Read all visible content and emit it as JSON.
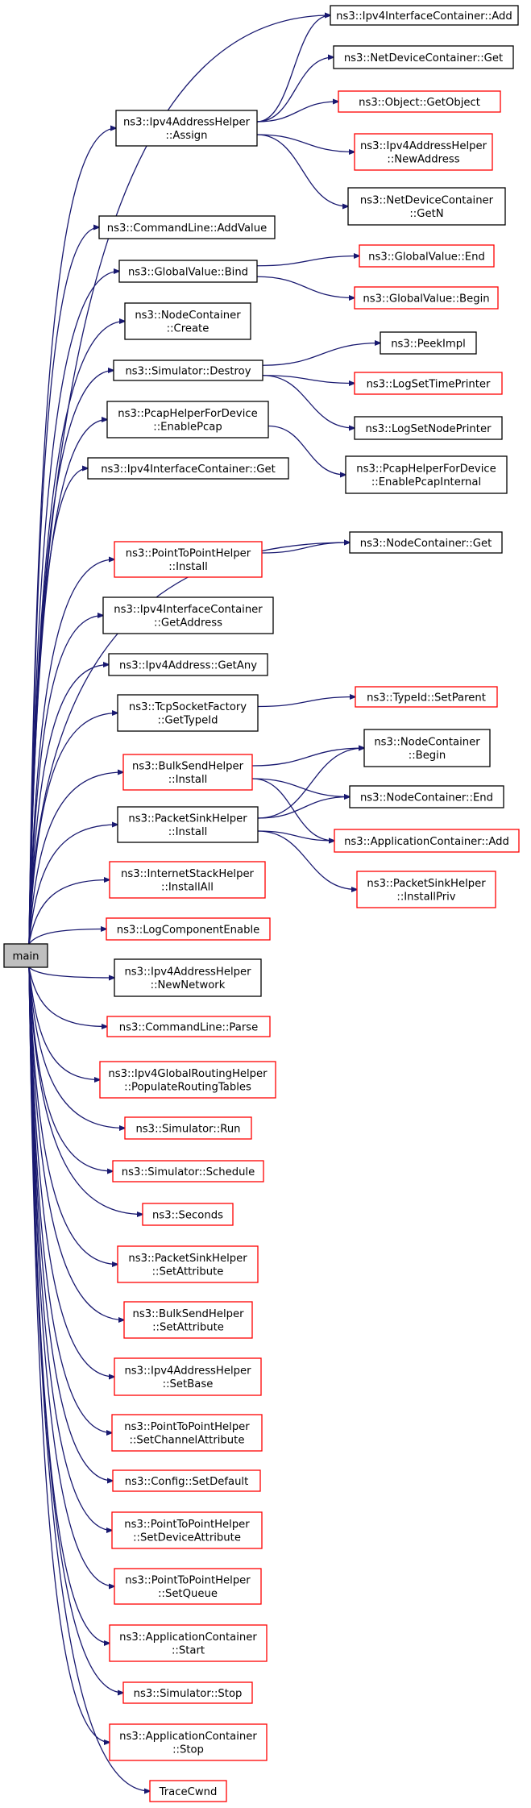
{
  "graph": {
    "root": "main",
    "nodes": [
      {
        "id": "main",
        "lines": [
          "main"
        ],
        "style": "root"
      },
      {
        "id": "ipv4ic_add",
        "lines": [
          "ns3::Ipv4InterfaceContainer::Add"
        ],
        "style": "black"
      },
      {
        "id": "ipv4ah_assign",
        "lines": [
          "ns3::Ipv4AddressHelper",
          "::Assign"
        ],
        "style": "black"
      },
      {
        "id": "ndc_get",
        "lines": [
          "ns3::NetDeviceContainer::Get"
        ],
        "style": "black"
      },
      {
        "id": "obj_getobject",
        "lines": [
          "ns3::Object::GetObject"
        ],
        "style": "red"
      },
      {
        "id": "ipv4ah_newaddress",
        "lines": [
          "ns3::Ipv4AddressHelper",
          "::NewAddress"
        ],
        "style": "red"
      },
      {
        "id": "ndc_getn",
        "lines": [
          "ns3::NetDeviceContainer",
          "::GetN"
        ],
        "style": "black"
      },
      {
        "id": "cmd_addvalue",
        "lines": [
          "ns3::CommandLine::AddValue"
        ],
        "style": "black"
      },
      {
        "id": "gv_bind",
        "lines": [
          "ns3::GlobalValue::Bind"
        ],
        "style": "black"
      },
      {
        "id": "gv_end",
        "lines": [
          "ns3::GlobalValue::End"
        ],
        "style": "red"
      },
      {
        "id": "gv_begin",
        "lines": [
          "ns3::GlobalValue::Begin"
        ],
        "style": "red"
      },
      {
        "id": "nc_create",
        "lines": [
          "ns3::NodeContainer",
          "::Create"
        ],
        "style": "black"
      },
      {
        "id": "sim_destroy",
        "lines": [
          "ns3::Simulator::Destroy"
        ],
        "style": "black"
      },
      {
        "id": "peekimpl",
        "lines": [
          "ns3::PeekImpl"
        ],
        "style": "black"
      },
      {
        "id": "logsettimeprinter",
        "lines": [
          "ns3::LogSetTimePrinter"
        ],
        "style": "red"
      },
      {
        "id": "logsetnodeprinter",
        "lines": [
          "ns3::LogSetNodePrinter"
        ],
        "style": "black"
      },
      {
        "id": "pcap_enablepcap",
        "lines": [
          "ns3::PcapHelperForDevice",
          "::EnablePcap"
        ],
        "style": "black"
      },
      {
        "id": "pcap_enablepcapinternal",
        "lines": [
          "ns3::PcapHelperForDevice",
          "::EnablePcapInternal"
        ],
        "style": "black"
      },
      {
        "id": "ipv4ic_get",
        "lines": [
          "ns3::Ipv4InterfaceContainer::Get"
        ],
        "style": "black"
      },
      {
        "id": "nc_get",
        "lines": [
          "ns3::NodeContainer::Get"
        ],
        "style": "black"
      },
      {
        "id": "p2p_install",
        "lines": [
          "ns3::PointToPointHelper",
          "::Install"
        ],
        "style": "red"
      },
      {
        "id": "ipv4ic_getaddress",
        "lines": [
          "ns3::Ipv4InterfaceContainer",
          "::GetAddress"
        ],
        "style": "black"
      },
      {
        "id": "ipv4addr_getany",
        "lines": [
          "ns3::Ipv4Address::GetAny"
        ],
        "style": "black"
      },
      {
        "id": "tcp_gettypeid",
        "lines": [
          "ns3::TcpSocketFactory",
          "::GetTypeId"
        ],
        "style": "black"
      },
      {
        "id": "typeid_setparent",
        "lines": [
          "ns3::TypeId::SetParent"
        ],
        "style": "red"
      },
      {
        "id": "bulk_install",
        "lines": [
          "ns3::BulkSendHelper",
          "::Install"
        ],
        "style": "red"
      },
      {
        "id": "nc_begin",
        "lines": [
          "ns3::NodeContainer",
          "::Begin"
        ],
        "style": "black"
      },
      {
        "id": "nc_end",
        "lines": [
          "ns3::NodeContainer::End"
        ],
        "style": "black"
      },
      {
        "id": "sink_install",
        "lines": [
          "ns3::PacketSinkHelper",
          "::Install"
        ],
        "style": "black"
      },
      {
        "id": "appc_add",
        "lines": [
          "ns3::ApplicationContainer::Add"
        ],
        "style": "red"
      },
      {
        "id": "sink_installpriv",
        "lines": [
          "ns3::PacketSinkHelper",
          "::InstallPriv"
        ],
        "style": "red"
      },
      {
        "id": "ish_installall",
        "lines": [
          "ns3::InternetStackHelper",
          "::InstallAll"
        ],
        "style": "red"
      },
      {
        "id": "logcomponentenable",
        "lines": [
          "ns3::LogComponentEnable"
        ],
        "style": "red"
      },
      {
        "id": "ipv4ah_newnetwork",
        "lines": [
          "ns3::Ipv4AddressHelper",
          "::NewNetwork"
        ],
        "style": "black"
      },
      {
        "id": "cmd_parse",
        "lines": [
          "ns3::CommandLine::Parse"
        ],
        "style": "red"
      },
      {
        "id": "grh_populate",
        "lines": [
          "ns3::Ipv4GlobalRoutingHelper",
          "::PopulateRoutingTables"
        ],
        "style": "red"
      },
      {
        "id": "sim_run",
        "lines": [
          "ns3::Simulator::Run"
        ],
        "style": "red"
      },
      {
        "id": "sim_schedule",
        "lines": [
          "ns3::Simulator::Schedule"
        ],
        "style": "red"
      },
      {
        "id": "seconds",
        "lines": [
          "ns3::Seconds"
        ],
        "style": "red"
      },
      {
        "id": "sink_setattribute",
        "lines": [
          "ns3::PacketSinkHelper",
          "::SetAttribute"
        ],
        "style": "red"
      },
      {
        "id": "bulk_setattribute",
        "lines": [
          "ns3::BulkSendHelper",
          "::SetAttribute"
        ],
        "style": "red"
      },
      {
        "id": "ipv4ah_setbase",
        "lines": [
          "ns3::Ipv4AddressHelper",
          "::SetBase"
        ],
        "style": "red"
      },
      {
        "id": "p2p_setchannelattribute",
        "lines": [
          "ns3::PointToPointHelper",
          "::SetChannelAttribute"
        ],
        "style": "red"
      },
      {
        "id": "config_setdefault",
        "lines": [
          "ns3::Config::SetDefault"
        ],
        "style": "red"
      },
      {
        "id": "p2p_setdeviceattribute",
        "lines": [
          "ns3::PointToPointHelper",
          "::SetDeviceAttribute"
        ],
        "style": "red"
      },
      {
        "id": "p2p_setqueue",
        "lines": [
          "ns3::PointToPointHelper",
          "::SetQueue"
        ],
        "style": "red"
      },
      {
        "id": "appc_start",
        "lines": [
          "ns3::ApplicationContainer",
          "::Start"
        ],
        "style": "red"
      },
      {
        "id": "sim_stop",
        "lines": [
          "ns3::Simulator::Stop"
        ],
        "style": "red"
      },
      {
        "id": "appc_stop",
        "lines": [
          "ns3::ApplicationContainer",
          "::Stop"
        ],
        "style": "red"
      },
      {
        "id": "tracecwnd",
        "lines": [
          "TraceCwnd"
        ],
        "style": "red"
      }
    ],
    "edges": [
      [
        "main",
        "ipv4ic_add"
      ],
      [
        "main",
        "ipv4ah_assign"
      ],
      [
        "main",
        "cmd_addvalue"
      ],
      [
        "main",
        "gv_bind"
      ],
      [
        "main",
        "nc_create"
      ],
      [
        "main",
        "sim_destroy"
      ],
      [
        "main",
        "pcap_enablepcap"
      ],
      [
        "main",
        "ipv4ic_get"
      ],
      [
        "main",
        "nc_get"
      ],
      [
        "main",
        "p2p_install"
      ],
      [
        "main",
        "ipv4ic_getaddress"
      ],
      [
        "main",
        "ipv4addr_getany"
      ],
      [
        "main",
        "tcp_gettypeid"
      ],
      [
        "main",
        "bulk_install"
      ],
      [
        "main",
        "sink_install"
      ],
      [
        "main",
        "ish_installall"
      ],
      [
        "main",
        "logcomponentenable"
      ],
      [
        "main",
        "ipv4ah_newnetwork"
      ],
      [
        "main",
        "cmd_parse"
      ],
      [
        "main",
        "grh_populate"
      ],
      [
        "main",
        "sim_run"
      ],
      [
        "main",
        "sim_schedule"
      ],
      [
        "main",
        "seconds"
      ],
      [
        "main",
        "sink_setattribute"
      ],
      [
        "main",
        "bulk_setattribute"
      ],
      [
        "main",
        "ipv4ah_setbase"
      ],
      [
        "main",
        "p2p_setchannelattribute"
      ],
      [
        "main",
        "config_setdefault"
      ],
      [
        "main",
        "p2p_setdeviceattribute"
      ],
      [
        "main",
        "p2p_setqueue"
      ],
      [
        "main",
        "appc_start"
      ],
      [
        "main",
        "sim_stop"
      ],
      [
        "main",
        "appc_stop"
      ],
      [
        "main",
        "tracecwnd"
      ],
      [
        "ipv4ah_assign",
        "ipv4ic_add"
      ],
      [
        "ipv4ah_assign",
        "ndc_get"
      ],
      [
        "ipv4ah_assign",
        "obj_getobject"
      ],
      [
        "ipv4ah_assign",
        "ipv4ah_newaddress"
      ],
      [
        "ipv4ah_assign",
        "ndc_getn"
      ],
      [
        "gv_bind",
        "gv_end"
      ],
      [
        "gv_bind",
        "gv_begin"
      ],
      [
        "sim_destroy",
        "peekimpl"
      ],
      [
        "sim_destroy",
        "logsettimeprinter"
      ],
      [
        "sim_destroy",
        "logsetnodeprinter"
      ],
      [
        "pcap_enablepcap",
        "pcap_enablepcapinternal"
      ],
      [
        "p2p_install",
        "nc_get"
      ],
      [
        "tcp_gettypeid",
        "typeid_setparent"
      ],
      [
        "bulk_install",
        "nc_begin"
      ],
      [
        "bulk_install",
        "nc_end"
      ],
      [
        "bulk_install",
        "appc_add"
      ],
      [
        "sink_install",
        "nc_begin"
      ],
      [
        "sink_install",
        "nc_end"
      ],
      [
        "sink_install",
        "appc_add"
      ],
      [
        "sink_install",
        "sink_installpriv"
      ]
    ],
    "colors": {
      "edge": "#191970",
      "normal_border": "#000000",
      "link_border": "#ff0000",
      "root_fill": "#bfbfbf"
    }
  }
}
